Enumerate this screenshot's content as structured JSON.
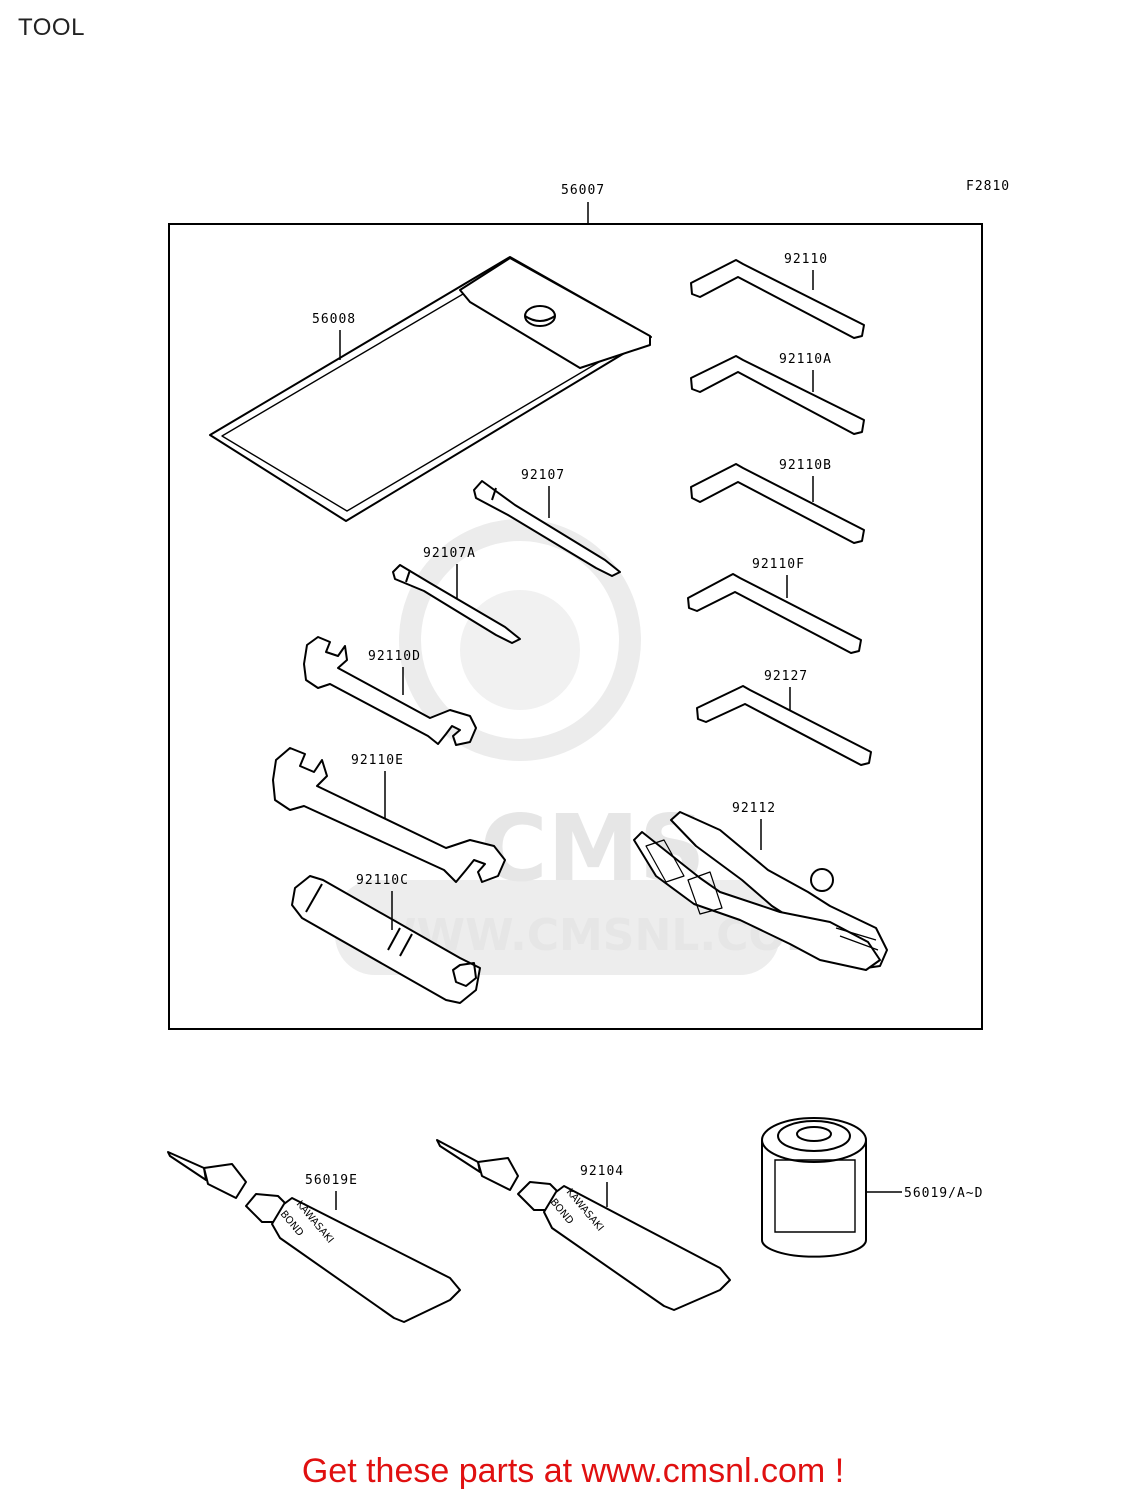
{
  "page": {
    "title": "TOOL",
    "footer": "Get these parts at www.cmsnl.com !"
  },
  "figure_code": "F2810",
  "watermark": {
    "brand": "CMS",
    "url": "WWW.CMSNL.COM"
  },
  "tube_print": {
    "line1": "KAWASAKI",
    "line2": "BOND"
  },
  "parts": {
    "kit": "56007",
    "bag": "56008",
    "hex_key_1": "92110",
    "hex_key_2": "92110A",
    "hex_key_3": "92110B",
    "hex_key_4": "92110F",
    "hex_key_5": "92127",
    "screwdriver_1": "92107",
    "screwdriver_2": "92107A",
    "wrench_small": "92110D",
    "wrench_large": "92110E",
    "pliers": "92112",
    "box_wrench": "92110C",
    "bond_tube_1": "56019E",
    "bond_tube_2": "92104",
    "can": "56019/A~D"
  }
}
